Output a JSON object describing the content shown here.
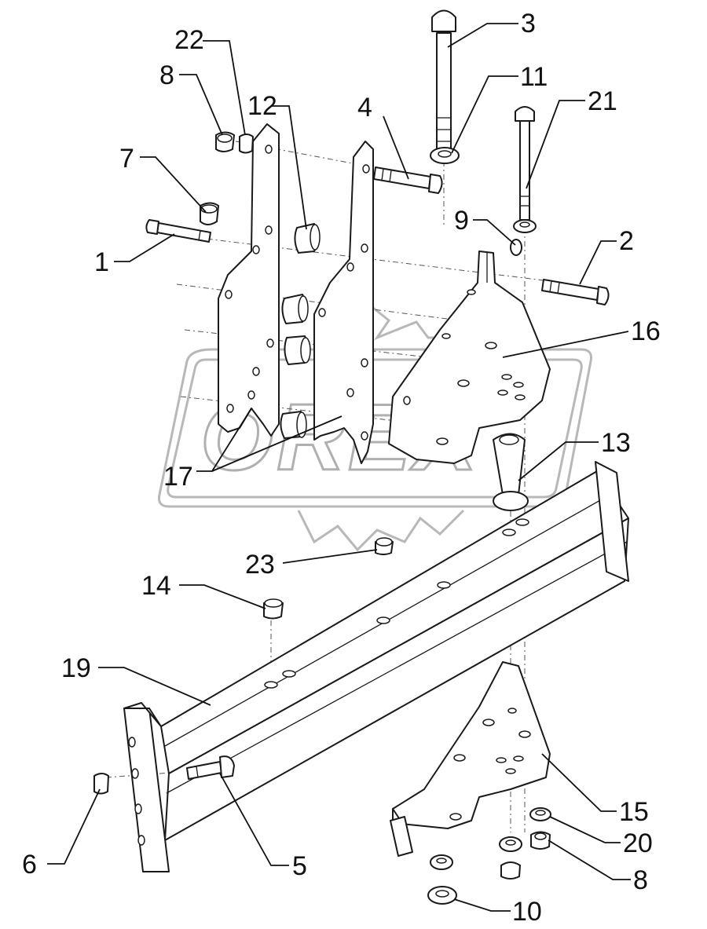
{
  "watermark": {
    "text": "OREX"
  },
  "callouts": [
    {
      "id": "c1",
      "text": "1"
    },
    {
      "id": "c2",
      "text": "2"
    },
    {
      "id": "c3",
      "text": "3"
    },
    {
      "id": "c4",
      "text": "4"
    },
    {
      "id": "c5",
      "text": "5"
    },
    {
      "id": "c6",
      "text": "6"
    },
    {
      "id": "c7",
      "text": "7"
    },
    {
      "id": "c8a",
      "text": "8"
    },
    {
      "id": "c8b",
      "text": "8"
    },
    {
      "id": "c9",
      "text": "9"
    },
    {
      "id": "c10",
      "text": "10"
    },
    {
      "id": "c11",
      "text": "11"
    },
    {
      "id": "c12",
      "text": "12"
    },
    {
      "id": "c13",
      "text": "13"
    },
    {
      "id": "c14",
      "text": "14"
    },
    {
      "id": "c15",
      "text": "15"
    },
    {
      "id": "c16",
      "text": "16"
    },
    {
      "id": "c17",
      "text": "17"
    },
    {
      "id": "c19",
      "text": "19"
    },
    {
      "id": "c20",
      "text": "20"
    },
    {
      "id": "c21",
      "text": "21"
    },
    {
      "id": "c22",
      "text": "22"
    },
    {
      "id": "c23",
      "text": "23"
    }
  ]
}
